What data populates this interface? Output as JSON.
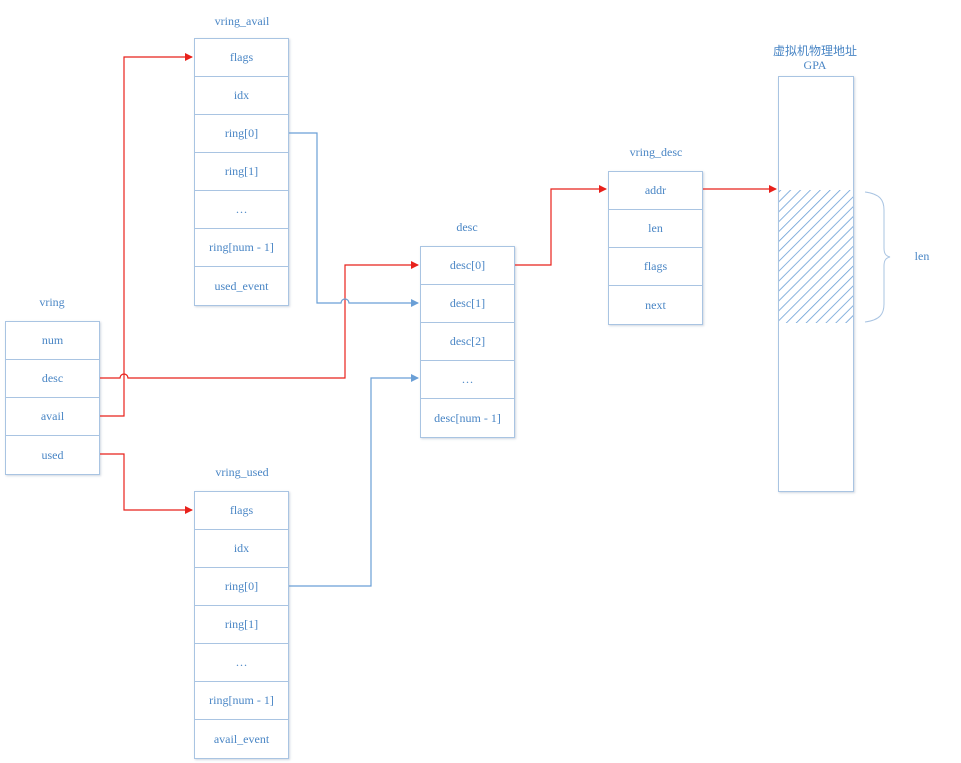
{
  "structures": {
    "vring": {
      "title": "vring",
      "fields": [
        "num",
        "desc",
        "avail",
        "used"
      ]
    },
    "vring_avail": {
      "title": "vring_avail",
      "fields": [
        "flags",
        "idx",
        "ring[0]",
        "ring[1]",
        "…",
        "ring[num - 1]",
        "used_event"
      ]
    },
    "vring_used": {
      "title": "vring_used",
      "fields": [
        "flags",
        "idx",
        "ring[0]",
        "ring[1]",
        "…",
        "ring[num - 1]",
        "avail_event"
      ]
    },
    "desc": {
      "title": "desc",
      "fields": [
        "desc[0]",
        "desc[1]",
        "desc[2]",
        "…",
        "desc[num - 1]"
      ]
    },
    "vring_desc": {
      "title": "vring_desc",
      "fields": [
        "addr",
        "len",
        "flags",
        "next"
      ]
    }
  },
  "memory": {
    "title_line1": "虚拟机物理地址",
    "title_line2": "GPA",
    "region_label": "len"
  },
  "colors": {
    "pointer_red": "#e8211b",
    "ring_blue": "#6a9fd6",
    "border": "#a9c4e2",
    "text": "#4a86c5"
  }
}
